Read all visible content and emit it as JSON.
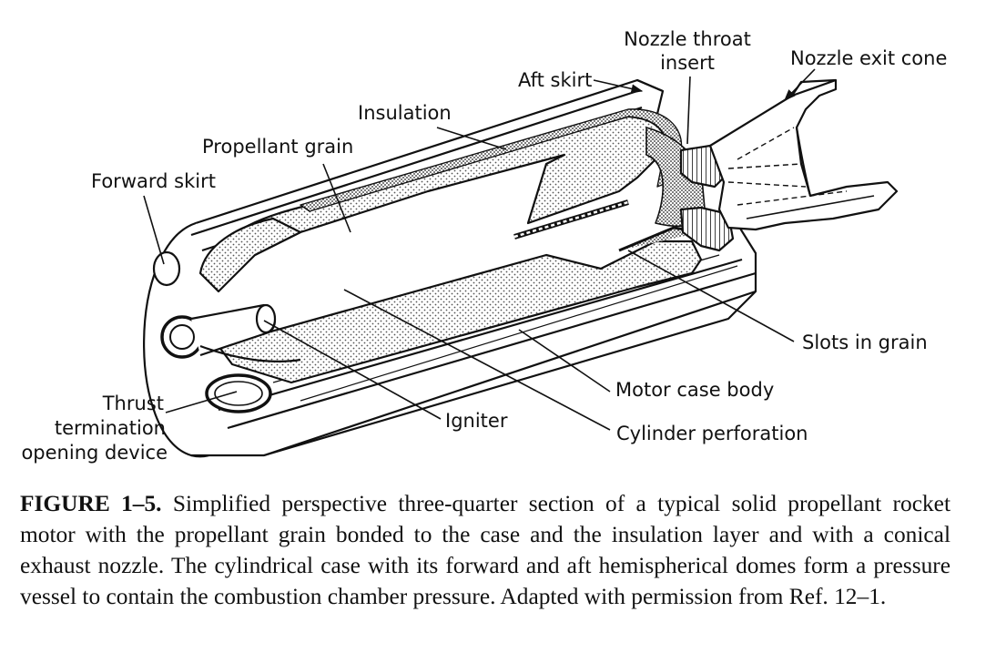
{
  "labels": {
    "nozzle_throat_insert": [
      "Nozzle throat",
      "insert"
    ],
    "nozzle_exit_cone": "Nozzle exit cone",
    "aft_skirt": "Aft skirt",
    "insulation": "Insulation",
    "propellant_grain": "Propellant grain",
    "forward_skirt": "Forward skirt",
    "slots_in_grain": "Slots in grain",
    "motor_case_body": "Motor case body",
    "thrust_termination": [
      "Thrust",
      "termination",
      "opening device"
    ],
    "igniter": "Igniter",
    "cylinder_perforation": "Cylinder perforation"
  },
  "caption": {
    "figure_label": "FIGURE 1–5.",
    "text": "Simplified perspective three-quarter section of a typical solid propellant rocket motor with the propellant grain bonded to the case and the insulation layer and with a conical exhaust nozzle. The cylindrical case with its forward and aft hemispherical domes form a pressure vessel to contain the combustion chamber pressure. Adapted with permission from Ref. 12–1."
  }
}
